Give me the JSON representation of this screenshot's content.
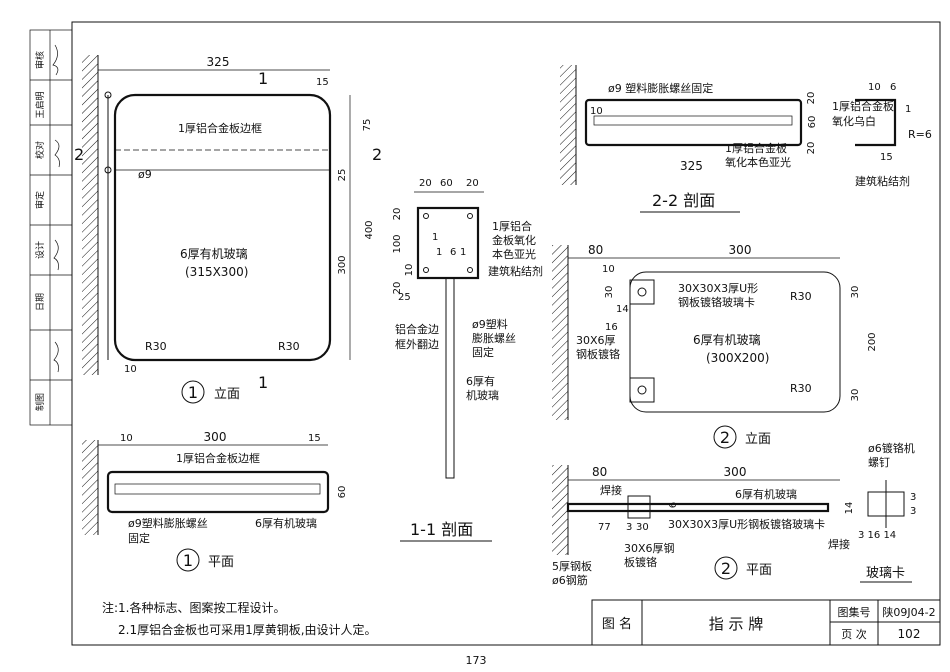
{
  "side_stamp": [
    "审核",
    "王启明",
    "校对",
    "审定",
    "设计",
    "日期",
    "制图"
  ],
  "elevation1": {
    "dim_width": "325",
    "dim_15": "15",
    "dim_75": "75",
    "dim_25": "25",
    "dim_400": "400",
    "dim_300": "300",
    "dim_10": "10",
    "frame_label": "1厚铝合金板边框",
    "phi9": "ø9",
    "glass_label": "6厚有机玻璃",
    "glass_size": "(315X300)",
    "r30_left": "R30",
    "r30_right": "R30",
    "cut1_top": "1",
    "cut1_bot": "1",
    "cut2_left": "2",
    "cut2_right": "2",
    "title_num": "1",
    "title": "立面"
  },
  "plan1": {
    "dim_10": "10",
    "dim_300": "300",
    "dim_15": "15",
    "dim_60": "60",
    "frame_label": "1厚铝合金板边框",
    "bolt_label": "ø9塑料膨胀螺丝",
    "bolt_label2": "固定",
    "glass_label": "6厚有机玻璃",
    "title_num": "1",
    "title": "平面"
  },
  "section11": {
    "dim_20a": "20",
    "dim_60": "60",
    "dim_20b": "20",
    "dim_v20": "20",
    "dim_v100": "100",
    "dim_v10": "10",
    "dim_v20b": "20",
    "dim_v25": "25",
    "d1": "1",
    "d1b": "1",
    "d6": "6",
    "d11": "1",
    "alum_label": [
      "1厚铝合",
      "金板氧化",
      "本色亚光"
    ],
    "adhesive": "建筑粘结剂",
    "edge_label": [
      "铝合金边",
      "框外翻边"
    ],
    "bolt_label": [
      "ø9塑料",
      "膨胀螺丝",
      "固定"
    ],
    "glass_label": [
      "6厚有",
      "机玻璃"
    ],
    "title": "1-1 剖面"
  },
  "section22": {
    "bolt_label": "ø9 塑料膨胀螺丝固定",
    "dim_10": "10",
    "dim_60": "60",
    "dim_20a": "20",
    "dim_20b": "20",
    "dim_325": "325",
    "alum_label": [
      "1厚铝合金板",
      "氧化本色亚光"
    ],
    "detail_10": "10",
    "detail_6": "6",
    "detail_1": "1",
    "detail_label": [
      "1厚铝合金板",
      "氧化乌白"
    ],
    "detail_r": "R=6",
    "detail_15": "15",
    "adhesive": "建筑粘结剂",
    "title": "2-2 剖面"
  },
  "elevation2": {
    "dim_80": "80",
    "dim_300": "300",
    "dim_30a": "30",
    "dim_30b": "30",
    "dim_200": "200",
    "dim_10": "10",
    "dim_14": "14",
    "dim_16": "16",
    "dim_30c": "30",
    "clip_label": [
      "30X30X3厚U形",
      "钢板镀铬玻璃卡"
    ],
    "plate_label": [
      "30X6厚",
      "钢板镀铬"
    ],
    "glass_label": "6厚有机玻璃",
    "glass_size": "(300X200)",
    "r30a": "R30",
    "r30b": "R30",
    "title_num": "2",
    "title": "立面"
  },
  "plan2": {
    "dim_80": "80",
    "dim_300": "300",
    "weld": "焊接",
    "glass_label": "6厚有机玻璃",
    "dim_6": "6",
    "dim_77": "77",
    "dim_3": "3",
    "dim_30": "30",
    "clip_label": "30X30X3厚U形钢板镀铬玻璃卡",
    "plate_label": [
      "30X6厚钢",
      "板镀铬"
    ],
    "steel_plate": "5厚钢板",
    "rebar": "ø6钢筋",
    "title_num": "2",
    "title": "平面"
  },
  "clip_detail": {
    "rivet": [
      "ø6镀铬机",
      "螺钉"
    ],
    "d14": "14",
    "d3": "3",
    "d3b": "3",
    "dims_bottom": "3 16 14",
    "weld": "焊接",
    "title": "玻璃卡"
  },
  "notes": {
    "line1": "注:1.各种标志、图案按工程设计。",
    "line2": "2.1厚铝合金板也可采用1厚黄铜板,由设计人定。"
  },
  "title_block": {
    "drawing_name_label": "图 名",
    "drawing_name": "指 示 牌",
    "atlas_label": "图集号",
    "atlas_value": "陕09J04-2",
    "page_label": "页 次",
    "page_value": "102"
  },
  "page_number": "173"
}
